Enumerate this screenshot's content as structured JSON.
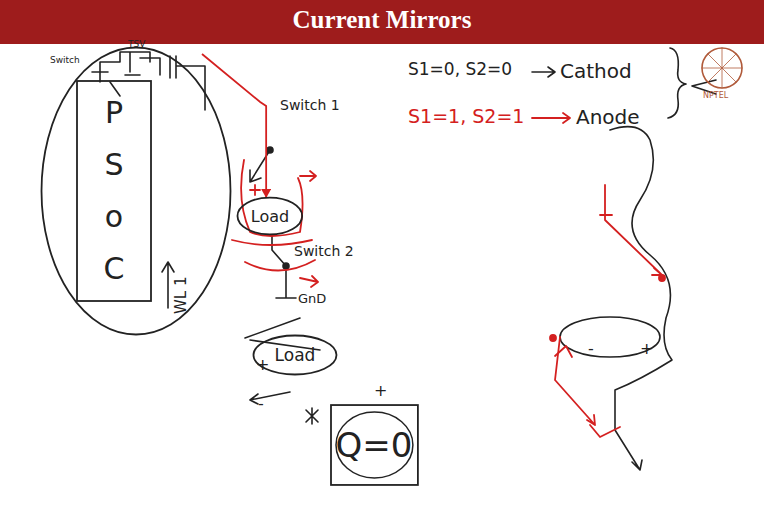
{
  "diagram": {
    "title": "Current Mirrors",
    "nodes": [
      {
        "text": [
          "WL 1"
        ]
      },
      {
        "text": [
          "P S o C"
        ],
        "in": 0
      },
      {
        "text": [
          "Load"
        ]
      },
      {
        "text": [
          "Load"
        ]
      },
      {
        "text": [
          "Q=0"
        ]
      }
    ],
    "edges": [
      {
        "from": 0,
        "to": 2,
        "arrow": "to"
      }
    ],
    "labels": [
      "TSV",
      "Switch",
      "Switch 1",
      "Switch 2",
      "GnD",
      "+",
      "-",
      "+",
      "-",
      "+",
      "S1=0, S2=0",
      "Cathod",
      "S1=1, S2=1",
      "Anode",
      "NPTEL"
    ]
  }
}
